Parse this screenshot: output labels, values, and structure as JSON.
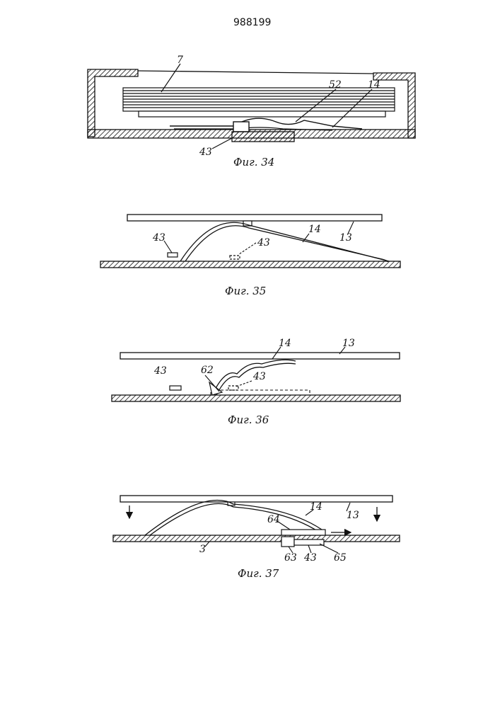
{
  "document_number": "988199",
  "figures": {
    "fig34": {
      "caption": "Фиг. 34",
      "labels": {
        "l7": "7",
        "l52": "52",
        "l14": "14",
        "l43": "43"
      }
    },
    "fig35": {
      "caption": "Фиг. 35",
      "labels": {
        "l43a": "43",
        "l43b": "43",
        "l14": "14",
        "l13": "13"
      }
    },
    "fig36": {
      "caption": "Фиг. 36",
      "labels": {
        "l43a": "43",
        "l62": "62",
        "l43b": "43",
        "l14": "14",
        "l13": "13"
      }
    },
    "fig37": {
      "caption": "Фиг. 37",
      "labels": {
        "l14": "14",
        "l13": "13",
        "l64": "64",
        "l3": "3",
        "l63": "63",
        "l43": "43",
        "l65": "65"
      }
    }
  }
}
